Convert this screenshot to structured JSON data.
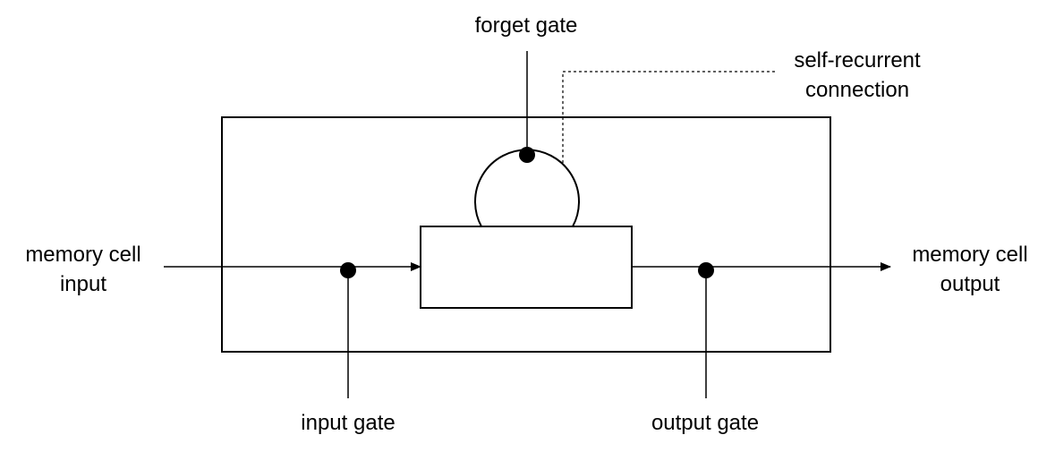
{
  "labels": {
    "forget_gate": "forget gate",
    "self_recurrent_line1": "self-recurrent",
    "self_recurrent_line2": "connection",
    "memory_cell_input_line1": "memory cell",
    "memory_cell_input_line2": "input",
    "memory_cell_output_line1": "memory cell",
    "memory_cell_output_line2": "output",
    "input_gate": "input gate",
    "output_gate": "output gate"
  },
  "colors": {
    "stroke": "#000000",
    "background": "#ffffff"
  }
}
